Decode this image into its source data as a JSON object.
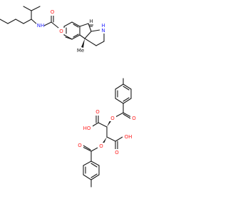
{
  "atoms": {
    "nh_carbamate": "NH",
    "o_carbamate_carbonyl": "O",
    "o_carbamate_ester": "O",
    "n_ring": "N",
    "h_ring_n": "H",
    "h_stereo": "H",
    "methyl_label": "Me",
    "ho_left": "HO",
    "oh_right": "OH",
    "o_acid_left": "O",
    "o_acid_right": "O",
    "o_ester_top_link": "O",
    "o_ester_top_carbonyl": "O",
    "o_ester_bottom_link": "O",
    "o_ester_bottom_carbonyl": "O"
  },
  "colors": {
    "bond": "#1a1a1a",
    "nitrogen": "#2a2aff",
    "oxygen": "#ff2020",
    "carbon_label": "#1a1a1a",
    "background": "#ffffff"
  }
}
